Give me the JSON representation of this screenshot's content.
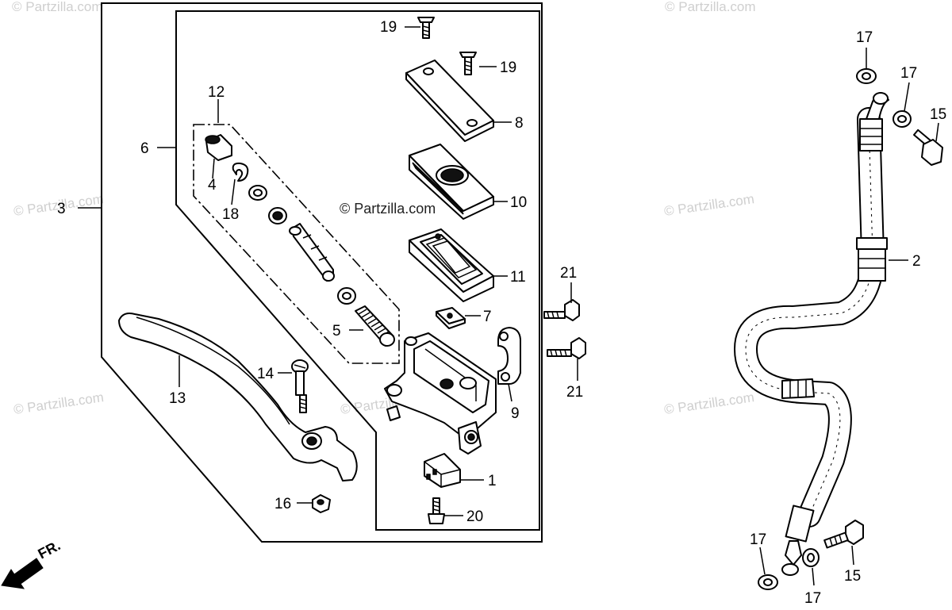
{
  "copyright": "© Partzilla.com",
  "watermark": "© Partzilla.com",
  "direction_label": "FR.",
  "callouts": {
    "c1": "1",
    "c2": "2",
    "c3": "3",
    "c4": "4",
    "c5": "5",
    "c6": "6",
    "c7": "7",
    "c8": "8",
    "c9": "9",
    "c10": "10",
    "c11": "11",
    "c12": "12",
    "c13": "13",
    "c14": "14",
    "c15": "15",
    "c16": "16",
    "c17": "17",
    "c18": "18",
    "c19": "19",
    "c20": "20",
    "c21": "21"
  }
}
